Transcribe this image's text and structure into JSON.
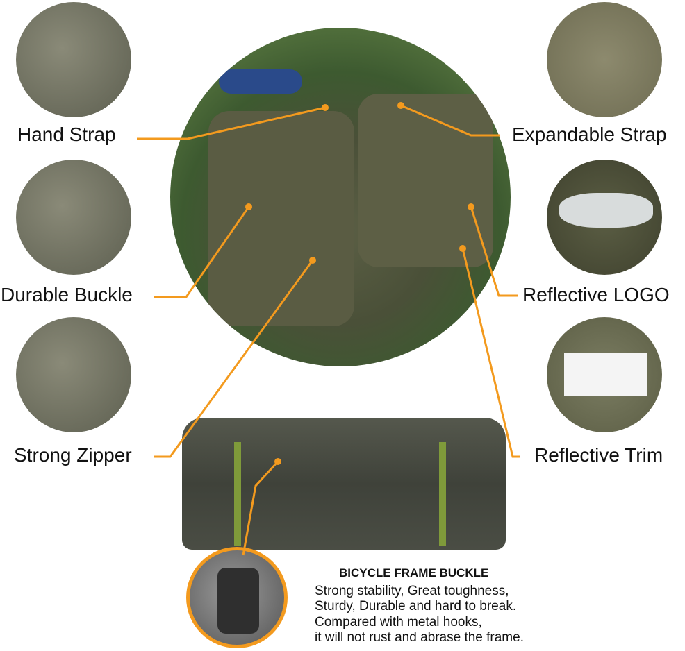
{
  "labels": {
    "hand_strap": "Hand Strap",
    "durable_buckle": "Durable Buckle",
    "strong_zipper": "Strong Zipper",
    "expandable_strap": "Expandable Strap",
    "reflective_logo": "Reflective LOGO",
    "reflective_trim": "Reflective Trim"
  },
  "callout": {
    "title": "BICYCLE FRAME BUCKLE",
    "lines": [
      "Strong stability, Great toughness,",
      "Sturdy, Durable and hard to break.",
      "Compared with metal hooks,",
      "it will not rust and abrase the frame."
    ]
  },
  "colors": {
    "accent": "#f39a1e"
  }
}
